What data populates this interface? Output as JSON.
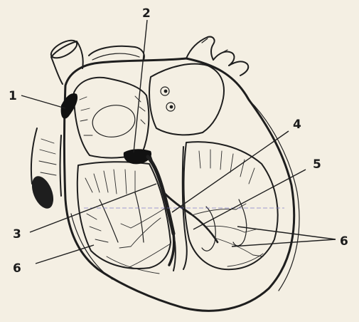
{
  "labels": {
    "l1": "1",
    "l2": "2",
    "l3": "3",
    "l4": "4",
    "l5": "5",
    "l6_left": "6",
    "l6_right": "6"
  },
  "colors": {
    "paper": "#f4efe3",
    "ink": "#1e1e1e",
    "guide_line": "#7a78c8"
  }
}
